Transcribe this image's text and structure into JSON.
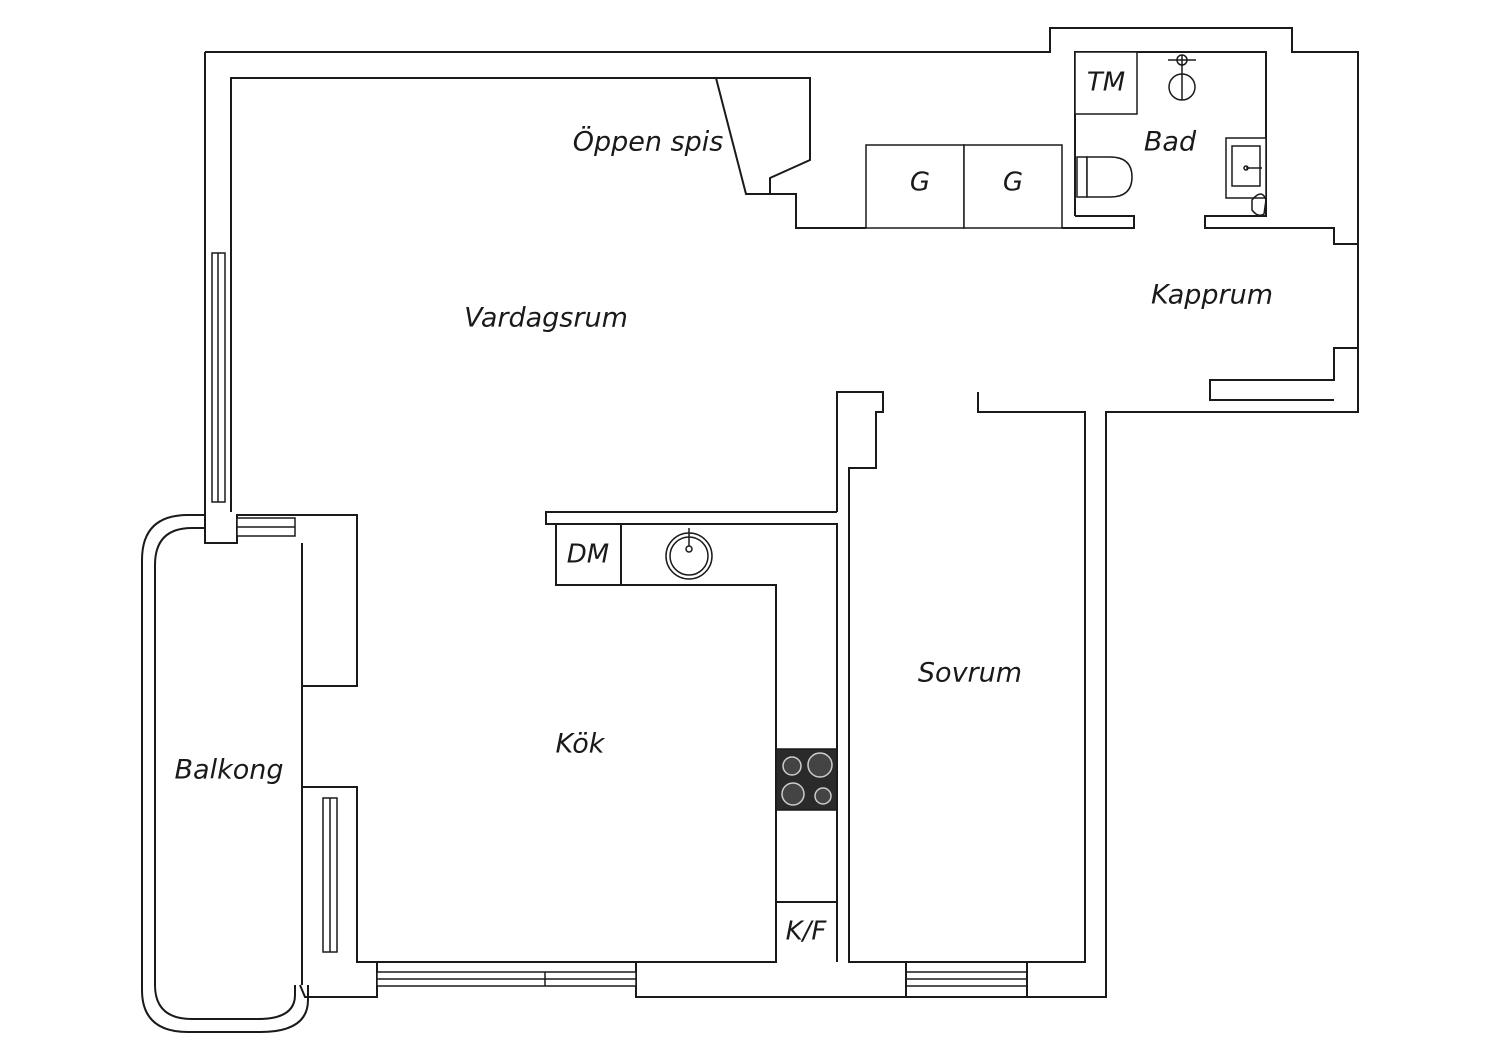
{
  "rooms": {
    "vardagsrum": "Vardagsrum",
    "kok": "Kök",
    "sovrum": "Sovrum",
    "balkong": "Balkong",
    "bad": "Bad",
    "kapprum": "Kapprum",
    "oppen_spis": "Öppen spis"
  },
  "fixtures": {
    "wardrobe_1": "G",
    "wardrobe_2": "G",
    "washer": "TM",
    "dishwasher": "DM",
    "fridge_freezer": "K/F"
  },
  "icons": {
    "sink": "sink-icon",
    "stove": "stove-icon",
    "toilet": "toilet-icon",
    "shower": "shower-icon",
    "washbasin": "washbasin-icon"
  }
}
